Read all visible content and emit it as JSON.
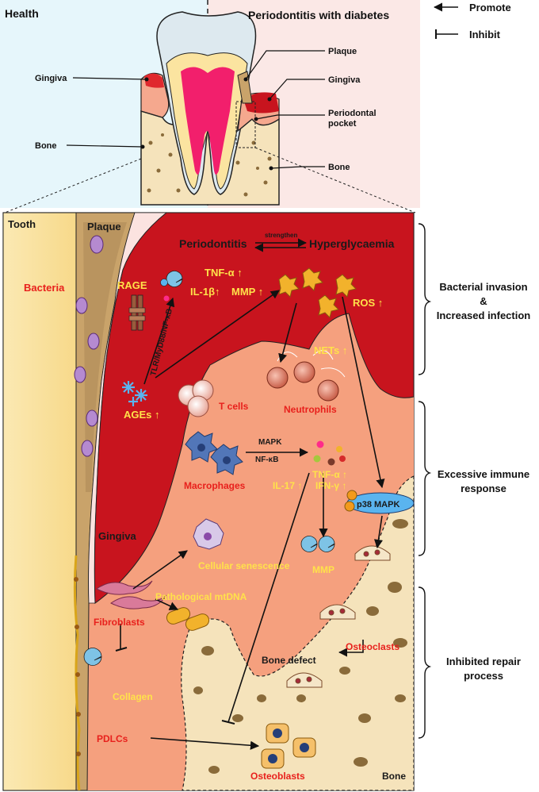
{
  "legend": {
    "promote": "Promote",
    "inhibit": "Inhibit"
  },
  "top": {
    "health": "Health",
    "disease": "Periodontitis with diabetes",
    "gingiva_left": "Gingiva",
    "bone_left": "Bone",
    "plaque": "Plaque",
    "gingiva_right": "Gingiva",
    "pocket_line1": "Periodontal",
    "pocket_line2": "pocket",
    "bone_right": "Bone"
  },
  "main": {
    "tooth": "Tooth",
    "plaque": "Plaque",
    "periodontitis": "Periodontitis",
    "strengthen": "strengthen",
    "hyperglycaemia": "Hyperglycaemia",
    "bacteria": "Bacteria",
    "rage": "RAGE",
    "tlr": "TLR/MyD88/NF-κB",
    "tnf": "TNF-α ↑",
    "il1": "IL-1β↑",
    "mmp_top": "MMP ↑",
    "ros": "ROS ↑",
    "nets": "NETs ↑",
    "ages": "AGEs ↑",
    "tcells": "T cells",
    "neutrophils": "Neutrophils",
    "mapk": "MAPK",
    "nfkb": "NF-κB",
    "macrophages": "Macrophages",
    "tnf2": "TNF-α ↑",
    "il17": "IL-17 ↑",
    "ifn": "IFN-γ ↑",
    "p38": "p38 MAPK",
    "gingiva": "Gingiva",
    "senescence": "Cellular senescence",
    "mmp2": "MMP",
    "mtdna": "Pathological mtDNA",
    "fibroblasts": "Fibroblasts",
    "osteoclasts": "Osteoclasts",
    "bone_defect": "Bone defect",
    "collagen": "Collagen",
    "pdlcs": "PDLCs",
    "osteoblasts": "Osteoblasts",
    "bone": "Bone"
  },
  "side": {
    "s1_l1": "Bacterial invasion",
    "s1_l2": "&",
    "s1_l3": "Increased infection",
    "s2_l1": "Excessive immune",
    "s2_l2": "response",
    "s3_l1": "Inhibited repair",
    "s3_l2": "process"
  },
  "colors": {
    "gingiva": "#c8141e",
    "tissue": "#f5a07e",
    "bone": "#f5e3bb",
    "tooth": "#fbe4a0",
    "label_yellow": "#ffe24a",
    "label_red": "#e8201c"
  }
}
